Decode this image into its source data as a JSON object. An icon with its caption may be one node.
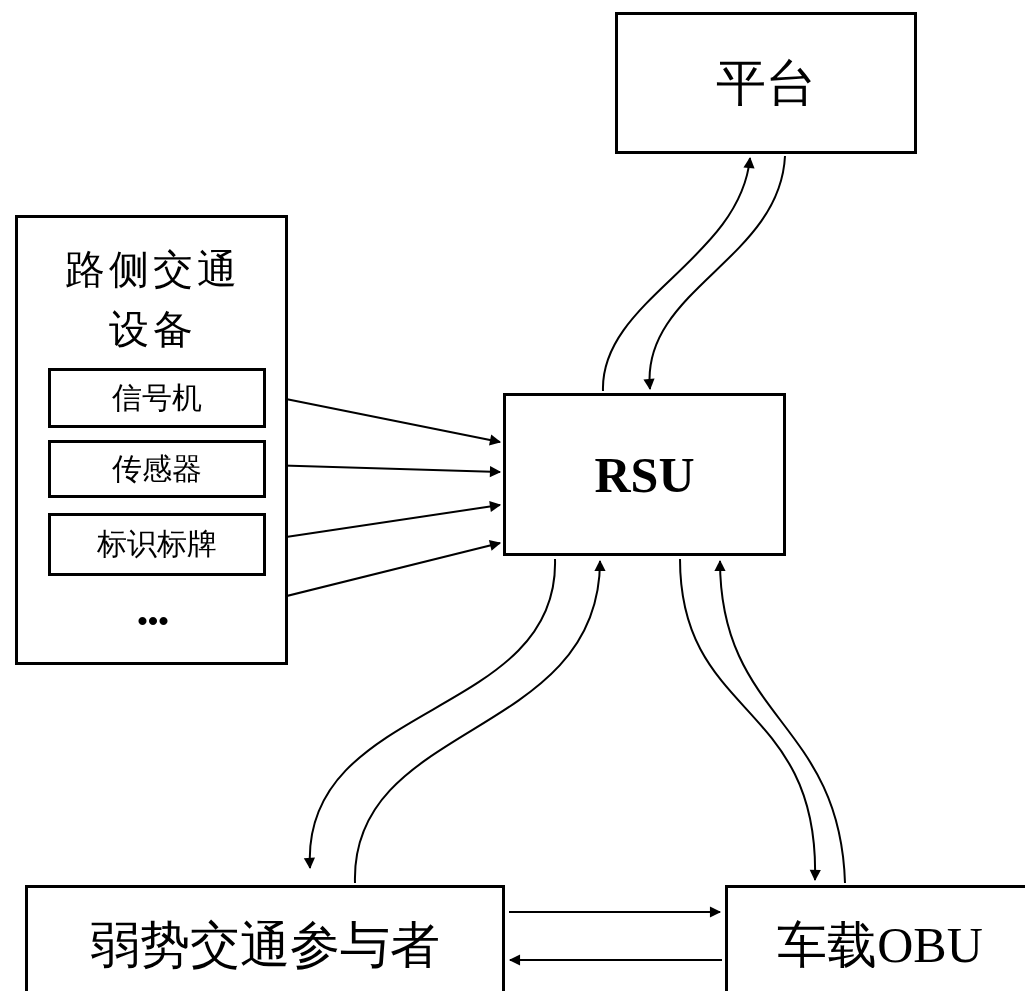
{
  "diagram": {
    "nodes": [
      {
        "text": [
          "平台"
        ]
      },
      {
        "text": [
          "路侧交通设备"
        ]
      },
      {
        "text": [
          "信号机"
        ],
        "in": 1
      },
      {
        "text": [
          "传感器"
        ],
        "in": 1
      },
      {
        "text": [
          "标识标牌"
        ],
        "in": 1
      },
      {
        "text": [
          "•••"
        ],
        "in": 1
      },
      {
        "text": [
          "RSU"
        ]
      },
      {
        "text": [
          "弱势交通参与者"
        ]
      },
      {
        "text": [
          "车载OBU"
        ]
      }
    ],
    "edges": [
      {
        "from": 2,
        "to": 6,
        "arrow": "to"
      },
      {
        "from": 3,
        "to": 6,
        "arrow": "to"
      },
      {
        "from": 4,
        "to": 6,
        "arrow": "to"
      },
      {
        "from": 5,
        "to": 6,
        "arrow": "to"
      },
      {
        "from": 6,
        "to": 0,
        "arrow": "to"
      },
      {
        "from": 0,
        "to": 6,
        "arrow": "to"
      },
      {
        "from": 6,
        "to": 7,
        "arrow": "to"
      },
      {
        "from": 7,
        "to": 6,
        "arrow": "to"
      },
      {
        "from": 6,
        "to": 8,
        "arrow": "to"
      },
      {
        "from": 8,
        "to": 6,
        "arrow": "to"
      },
      {
        "from": 7,
        "to": 8,
        "arrow": "to"
      },
      {
        "from": 8,
        "to": 7,
        "arrow": "to"
      }
    ]
  }
}
